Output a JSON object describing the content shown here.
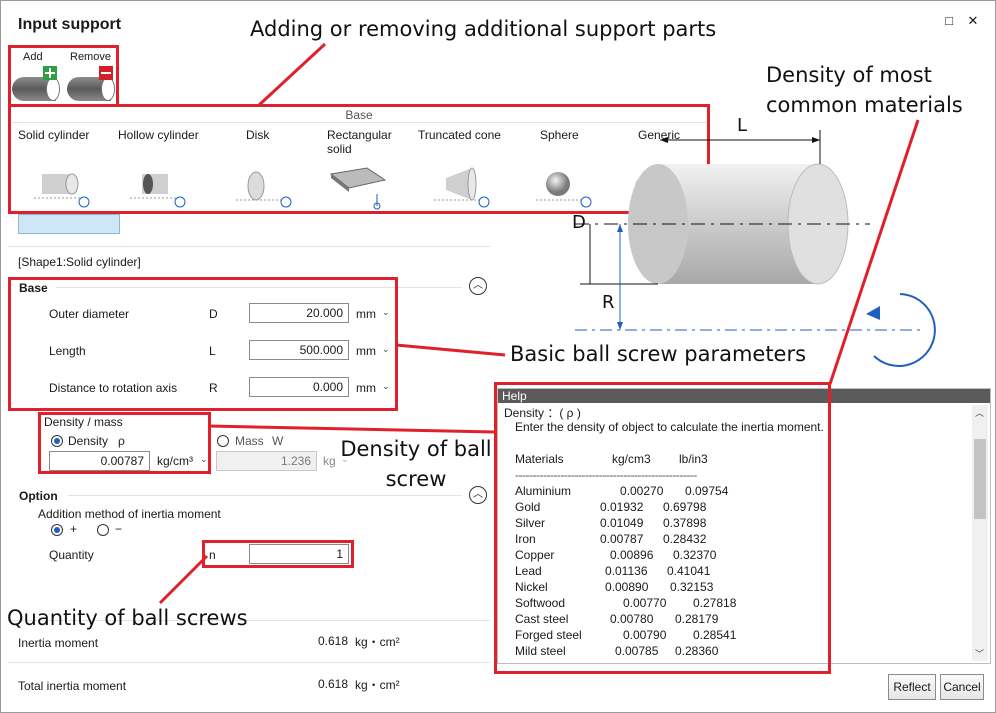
{
  "window": {
    "title": "Input support",
    "maximize_icon": "□",
    "close_icon": "✕"
  },
  "support_parts": {
    "add_label": "Add",
    "remove_label": "Remove"
  },
  "base_panel": {
    "header": "Base",
    "shapes": [
      {
        "label": "Solid cylinder"
      },
      {
        "label": "Hollow cylinder"
      },
      {
        "label": "Disk"
      },
      {
        "label": "Rectangular solid"
      },
      {
        "label": "Truncated cone"
      },
      {
        "label": "Sphere"
      },
      {
        "label": "Generic"
      }
    ]
  },
  "shape_title": "[Shape1:Solid cylinder]",
  "base_section": {
    "title": "Base",
    "rows": [
      {
        "label": "Outer diameter",
        "symbol": "D",
        "value": "20.000",
        "unit": "mm"
      },
      {
        "label": "Length",
        "symbol": "L",
        "value": "500.000",
        "unit": "mm"
      },
      {
        "label": "Distance to rotation axis",
        "symbol": "R",
        "value": "0.000",
        "unit": "mm"
      }
    ]
  },
  "density_mass": {
    "title": "Density / mass",
    "density_label": "Density",
    "density_symbol": "ρ",
    "density_value": "0.00787",
    "density_unit": "kg/cm³",
    "mass_label": "Mass",
    "mass_symbol": "W",
    "mass_value": "1.236",
    "mass_unit": "kg"
  },
  "option": {
    "title": "Option",
    "method_label": "Addition method of inertia moment",
    "plus_label": "+",
    "minus_label": "−",
    "quantity_label": "Quantity",
    "quantity_symbol": "n",
    "quantity_value": "1"
  },
  "results": {
    "inertia_label": "Inertia moment",
    "inertia_value": "0.618",
    "inertia_unit": "kg・cm²",
    "total_label": "Total inertia moment",
    "total_value": "0.618",
    "total_unit": "kg・cm²"
  },
  "diagram": {
    "label_L": "L",
    "label_D": "D",
    "label_R": "R"
  },
  "help": {
    "title": "Help",
    "heading": "Density ：( ρ )",
    "description": "Enter the density of object to calculate the inertia moment.",
    "col_materials": "Materials",
    "col_kg": "kg/cm3",
    "col_lb": "lb/in3",
    "divider": "----------------------------------------------------",
    "materials": [
      {
        "name": "Aluminium",
        "kg": "0.00270",
        "lb": "0.09754"
      },
      {
        "name": "Gold",
        "kg": "0.01932",
        "lb": "0.69798"
      },
      {
        "name": "Silver",
        "kg": "0.01049",
        "lb": "0.37898"
      },
      {
        "name": "Iron",
        "kg": "0.00787",
        "lb": "0.28432"
      },
      {
        "name": "Copper",
        "kg": "0.00896",
        "lb": "0.32370"
      },
      {
        "name": "Lead",
        "kg": "0.01136",
        "lb": "0.41041"
      },
      {
        "name": "Nickel",
        "kg": "0.00890",
        "lb": "0.32153"
      },
      {
        "name": "Softwood",
        "kg": "0.00770",
        "lb": "0.27818"
      },
      {
        "name": "Cast steel",
        "kg": "0.00780",
        "lb": "0.28179"
      },
      {
        "name": "Forged steel",
        "kg": "0.00790",
        "lb": "0.28541"
      },
      {
        "name": "Mild steel",
        "kg": "0.00785",
        "lb": "0.28360"
      }
    ]
  },
  "buttons": {
    "reflect": "Reflect",
    "cancel": "Cancel"
  },
  "callouts": {
    "support_parts": "Adding or removing additional support parts",
    "density_common": "Density of most common materials",
    "basic_params": "Basic ball screw parameters",
    "density_ball": "Density of ball screw",
    "quantity": "Quantity of ball screws"
  },
  "colors": {
    "highlight": "#e0202a",
    "accent": "#1f5fbf"
  }
}
